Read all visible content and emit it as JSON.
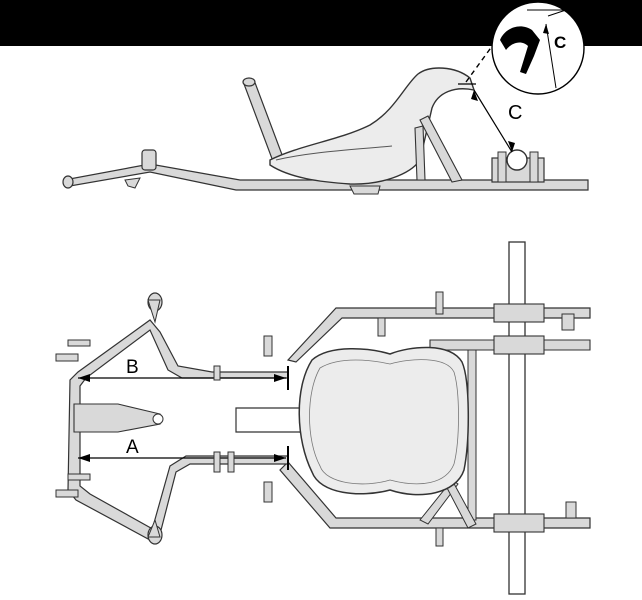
{
  "labels": {
    "top_c": "C",
    "detail_c": "C",
    "dim_a": "A",
    "dim_b": "B"
  },
  "colors": {
    "header_bar": "#000000",
    "frame_fill": "#d9d9d9",
    "frame_stroke": "#333333",
    "seat_fill": "#ececec",
    "dimension": "#000000"
  }
}
